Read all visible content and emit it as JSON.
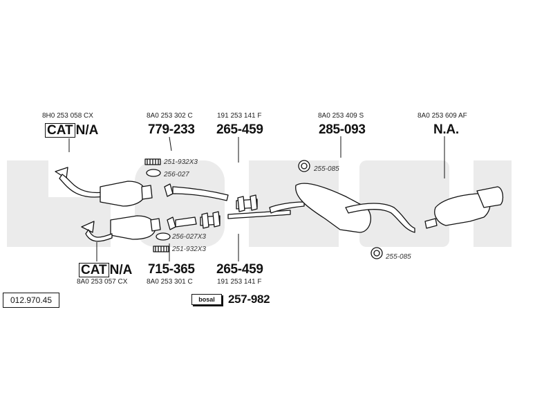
{
  "diagram_code": "012.970.45",
  "watermark": "bosal",
  "labels": {
    "cat_top": {
      "cat": "CAT",
      "status": "N/A",
      "part_no": "8H0 253 058 CX"
    },
    "cat_bottom": {
      "cat": "CAT",
      "status": "N/A",
      "part_no": "8A0 253 057 CX"
    },
    "front_pipe_top": {
      "code": "779-233",
      "part_no": "8A0 253 302 C"
    },
    "front_pipe_bottom": {
      "code": "715-365",
      "part_no": "8A0 253 301 C"
    },
    "inter_top": {
      "code": "265-459",
      "part_no": "191 253 141 F"
    },
    "inter_bottom": {
      "code": "265-459",
      "part_no": "191 253 141 F"
    },
    "centre_box": {
      "code": "285-093",
      "part_no": "8A0 253 409 S"
    },
    "rear_box": {
      "code": "N.A.",
      "part_no": "8A0 253 609 AF"
    },
    "mount_kit": {
      "code": "257-982",
      "badge": "bosal"
    }
  },
  "refs": {
    "clamp_top": "251-932X3",
    "gasket_top": "256-027",
    "gasket_bottom": "256-027X3",
    "clamp_bottom": "251-932X3",
    "hanger_top": "255-085",
    "hanger_bottom": "255-085"
  },
  "colors": {
    "line": "#111111",
    "fill": "#ffffff",
    "watermark": "#e9e9e9"
  }
}
